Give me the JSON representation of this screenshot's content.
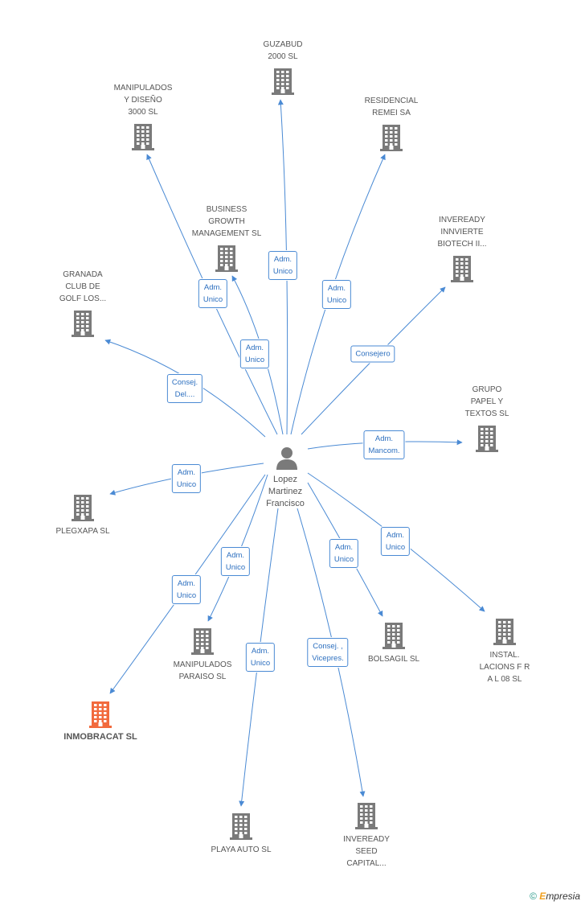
{
  "center": {
    "id": "center",
    "label": "Lopez\nMartinez\nFrancisco"
  },
  "nodes": [
    {
      "id": "guzabud",
      "label": "GUZABUD\n2000 SL",
      "highlight": false
    },
    {
      "id": "manipulados_diseno",
      "label": "MANIPULADOS\nY DISEÑO\n3000  SL",
      "highlight": false
    },
    {
      "id": "residencial",
      "label": "RESIDENCIAL\nREMEI SA",
      "highlight": false
    },
    {
      "id": "business",
      "label": "BUSINESS\nGROWTH\nMANAGEMENT SL",
      "highlight": false
    },
    {
      "id": "invereadyinv",
      "label": "INVEREADY\nINNVIERTE\nBIOTECH II...",
      "highlight": false
    },
    {
      "id": "granada",
      "label": "GRANADA\nCLUB DE\nGOLF LOS...",
      "highlight": false
    },
    {
      "id": "grupo",
      "label": "GRUPO\nPAPEL Y\nTEXTOS  SL",
      "highlight": false
    },
    {
      "id": "plegxapa",
      "label": "PLEGXAPA SL",
      "highlight": false
    },
    {
      "id": "bolsagil",
      "label": "BOLSAGIL SL",
      "highlight": false
    },
    {
      "id": "instal",
      "label": "INSTAL.\nLACIONS F R\nA L 08 SL",
      "highlight": false
    },
    {
      "id": "manipulados_paraiso",
      "label": "MANIPULADOS\nPARAISO SL",
      "highlight": false
    },
    {
      "id": "inmobracat",
      "label": "INMOBRACAT SL",
      "highlight": true
    },
    {
      "id": "playa",
      "label": "PLAYA AUTO SL",
      "highlight": false
    },
    {
      "id": "invereadyseed",
      "label": "INVEREADY\nSEED\nCAPITAL...",
      "highlight": false
    }
  ],
  "edges": [
    {
      "to": "guzabud",
      "label": "Adm.\nUnico"
    },
    {
      "to": "manipulados_diseno",
      "label": "Adm.\nUnico"
    },
    {
      "to": "residencial",
      "label": "Adm.\nUnico"
    },
    {
      "to": "business",
      "label": "Adm.\nUnico"
    },
    {
      "to": "invereadyinv",
      "label": "Consejero"
    },
    {
      "to": "granada",
      "label": "Consej.\nDel...."
    },
    {
      "to": "grupo",
      "label": "Adm.\nMancom."
    },
    {
      "to": "plegxapa",
      "label": "Adm.\nUnico"
    },
    {
      "to": "bolsagil",
      "label": "Adm.\nUnico"
    },
    {
      "to": "instal",
      "label": "Adm.\nUnico"
    },
    {
      "to": "manipulados_paraiso",
      "label": "Adm.\nUnico"
    },
    {
      "to": "inmobracat",
      "label": "Adm.\nUnico"
    },
    {
      "to": "playa",
      "label": "Adm.\nUnico"
    },
    {
      "to": "invereadyseed",
      "label": "Consej. ,\nVicepres."
    }
  ],
  "colors": {
    "edge": "#4a8ad4",
    "building": "#7a7a7a",
    "building_highlight": "#f26a3d",
    "person": "#7a7a7a"
  },
  "footer": {
    "copyright": "©",
    "brand_initial": "E",
    "brand_rest": "mpresia"
  }
}
